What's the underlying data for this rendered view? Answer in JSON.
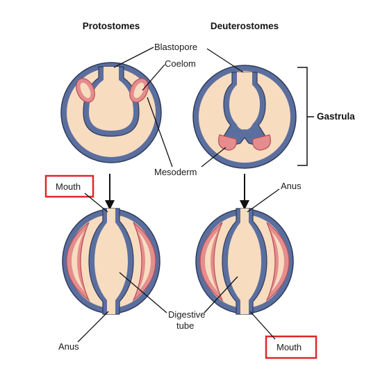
{
  "headers": {
    "left": "Protostomes",
    "right": "Deuterostomes"
  },
  "labels": {
    "blastopore": "Blastopore",
    "coelom": "Coelom",
    "mesoderm": "Mesoderm",
    "gastrula": "Gastrula",
    "mouth_left": "Mouth",
    "anus_right": "Anus",
    "digestive_tube_line1": "Digestive",
    "digestive_tube_line2": "tube",
    "anus_left": "Anus",
    "mouth_right": "Mouth"
  },
  "colors": {
    "ectoderm": "#5b6f9e",
    "ectoderm_edge": "#2d3a5c",
    "mesoderm": "#e58d8d",
    "mesoderm_edge": "#b34f58",
    "cytoplasm": "#f8dcc0",
    "highlight_box": "#e0262a"
  }
}
